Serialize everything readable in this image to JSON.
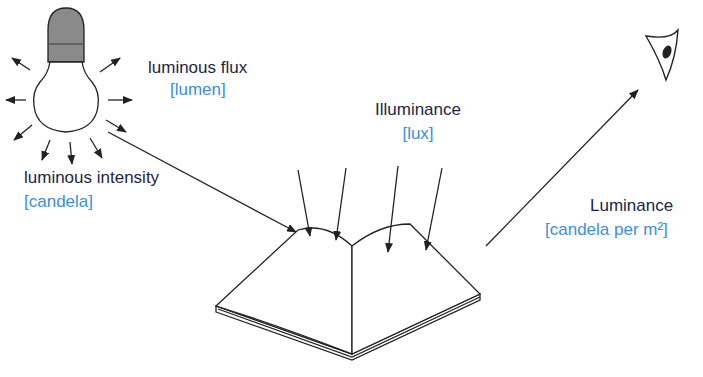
{
  "diagram": {
    "labels": [
      "luminous flux",
      "[lumen]",
      "luminous intensity",
      "[candela]",
      "Illuminance",
      "[lux]",
      "Luminance",
      "[candela per m²]"
    ]
  }
}
